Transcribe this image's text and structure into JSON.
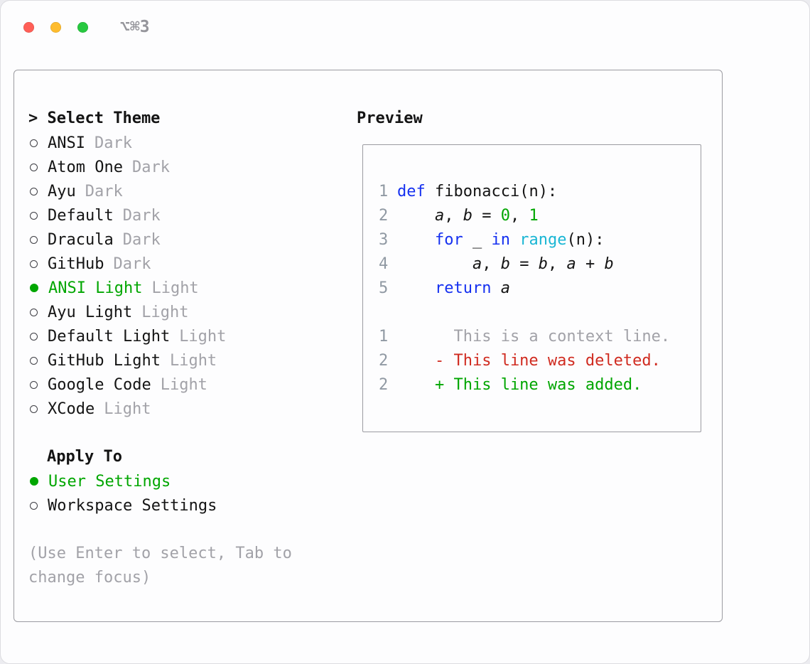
{
  "window": {
    "title": "⌥⌘3"
  },
  "colors": {
    "accent-green": "#00a600",
    "keyword-blue": "#1530f0",
    "builtin-cyan": "#1ab6d4",
    "deleted-red": "#d02b20",
    "muted-gray": "#a2a2a8",
    "text-black": "#141414",
    "panel-border": "#9b9ba1",
    "traffic-red": "#ff5f57",
    "traffic-yellow": "#febc2e",
    "traffic-green": "#28c840"
  },
  "theme_panel": {
    "title": "> Select Theme",
    "items": [
      {
        "label": "ANSI",
        "variant": "Dark",
        "selected": false
      },
      {
        "label": "Atom One",
        "variant": "Dark",
        "selected": false
      },
      {
        "label": "Ayu",
        "variant": "Dark",
        "selected": false
      },
      {
        "label": "Default",
        "variant": "Dark",
        "selected": false
      },
      {
        "label": "Dracula",
        "variant": "Dark",
        "selected": false
      },
      {
        "label": "GitHub",
        "variant": "Dark",
        "selected": false
      },
      {
        "label": "ANSI Light",
        "variant": "Light",
        "selected": true
      },
      {
        "label": "Ayu Light",
        "variant": "Light",
        "selected": false
      },
      {
        "label": "Default Light",
        "variant": "Light",
        "selected": false
      },
      {
        "label": "GitHub Light",
        "variant": "Light",
        "selected": false
      },
      {
        "label": "Google Code",
        "variant": "Light",
        "selected": false
      },
      {
        "label": "XCode",
        "variant": "Light",
        "selected": false
      }
    ],
    "apply_to": {
      "title": "Apply To",
      "options": [
        {
          "label": "User Settings",
          "selected": true
        },
        {
          "label": "Workspace Settings",
          "selected": false
        }
      ]
    },
    "help_lines": [
      "(Use Enter to select, Tab to",
      "change focus)"
    ]
  },
  "preview": {
    "title": "Preview",
    "lines": [
      {
        "num": "1",
        "tokens": [
          {
            "t": "def",
            "c": "kw"
          },
          {
            "t": " fibonacci(n):",
            "c": "plain"
          }
        ]
      },
      {
        "num": "2",
        "tokens": [
          {
            "t": "    ",
            "c": "plain"
          },
          {
            "t": "a",
            "c": "var"
          },
          {
            "t": ", ",
            "c": "plain"
          },
          {
            "t": "b",
            "c": "var"
          },
          {
            "t": " = ",
            "c": "plain"
          },
          {
            "t": "0",
            "c": "num"
          },
          {
            "t": ", ",
            "c": "plain"
          },
          {
            "t": "1",
            "c": "num"
          }
        ]
      },
      {
        "num": "3",
        "tokens": [
          {
            "t": "    ",
            "c": "plain"
          },
          {
            "t": "for",
            "c": "kw"
          },
          {
            "t": " _ ",
            "c": "plain"
          },
          {
            "t": "in",
            "c": "kw"
          },
          {
            "t": " ",
            "c": "plain"
          },
          {
            "t": "range",
            "c": "builtin"
          },
          {
            "t": "(n):",
            "c": "plain"
          }
        ]
      },
      {
        "num": "4",
        "tokens": [
          {
            "t": "        ",
            "c": "plain"
          },
          {
            "t": "a",
            "c": "var"
          },
          {
            "t": ", ",
            "c": "plain"
          },
          {
            "t": "b",
            "c": "var"
          },
          {
            "t": " = ",
            "c": "plain"
          },
          {
            "t": "b",
            "c": "var"
          },
          {
            "t": ", ",
            "c": "plain"
          },
          {
            "t": "a",
            "c": "var"
          },
          {
            "t": " + ",
            "c": "plain"
          },
          {
            "t": "b",
            "c": "var"
          }
        ]
      },
      {
        "num": "5",
        "tokens": [
          {
            "t": "    ",
            "c": "plain"
          },
          {
            "t": "return",
            "c": "kw"
          },
          {
            "t": " ",
            "c": "plain"
          },
          {
            "t": "a",
            "c": "var"
          }
        ]
      },
      {
        "num": "",
        "tokens": []
      },
      {
        "num": "1",
        "tokens": [
          {
            "t": "      This is a context line.",
            "c": "ctx"
          }
        ]
      },
      {
        "num": "2",
        "tokens": [
          {
            "t": "    - This line was deleted.",
            "c": "del"
          }
        ]
      },
      {
        "num": "2",
        "tokens": [
          {
            "t": "    + This line was added.",
            "c": "add"
          }
        ]
      }
    ]
  }
}
